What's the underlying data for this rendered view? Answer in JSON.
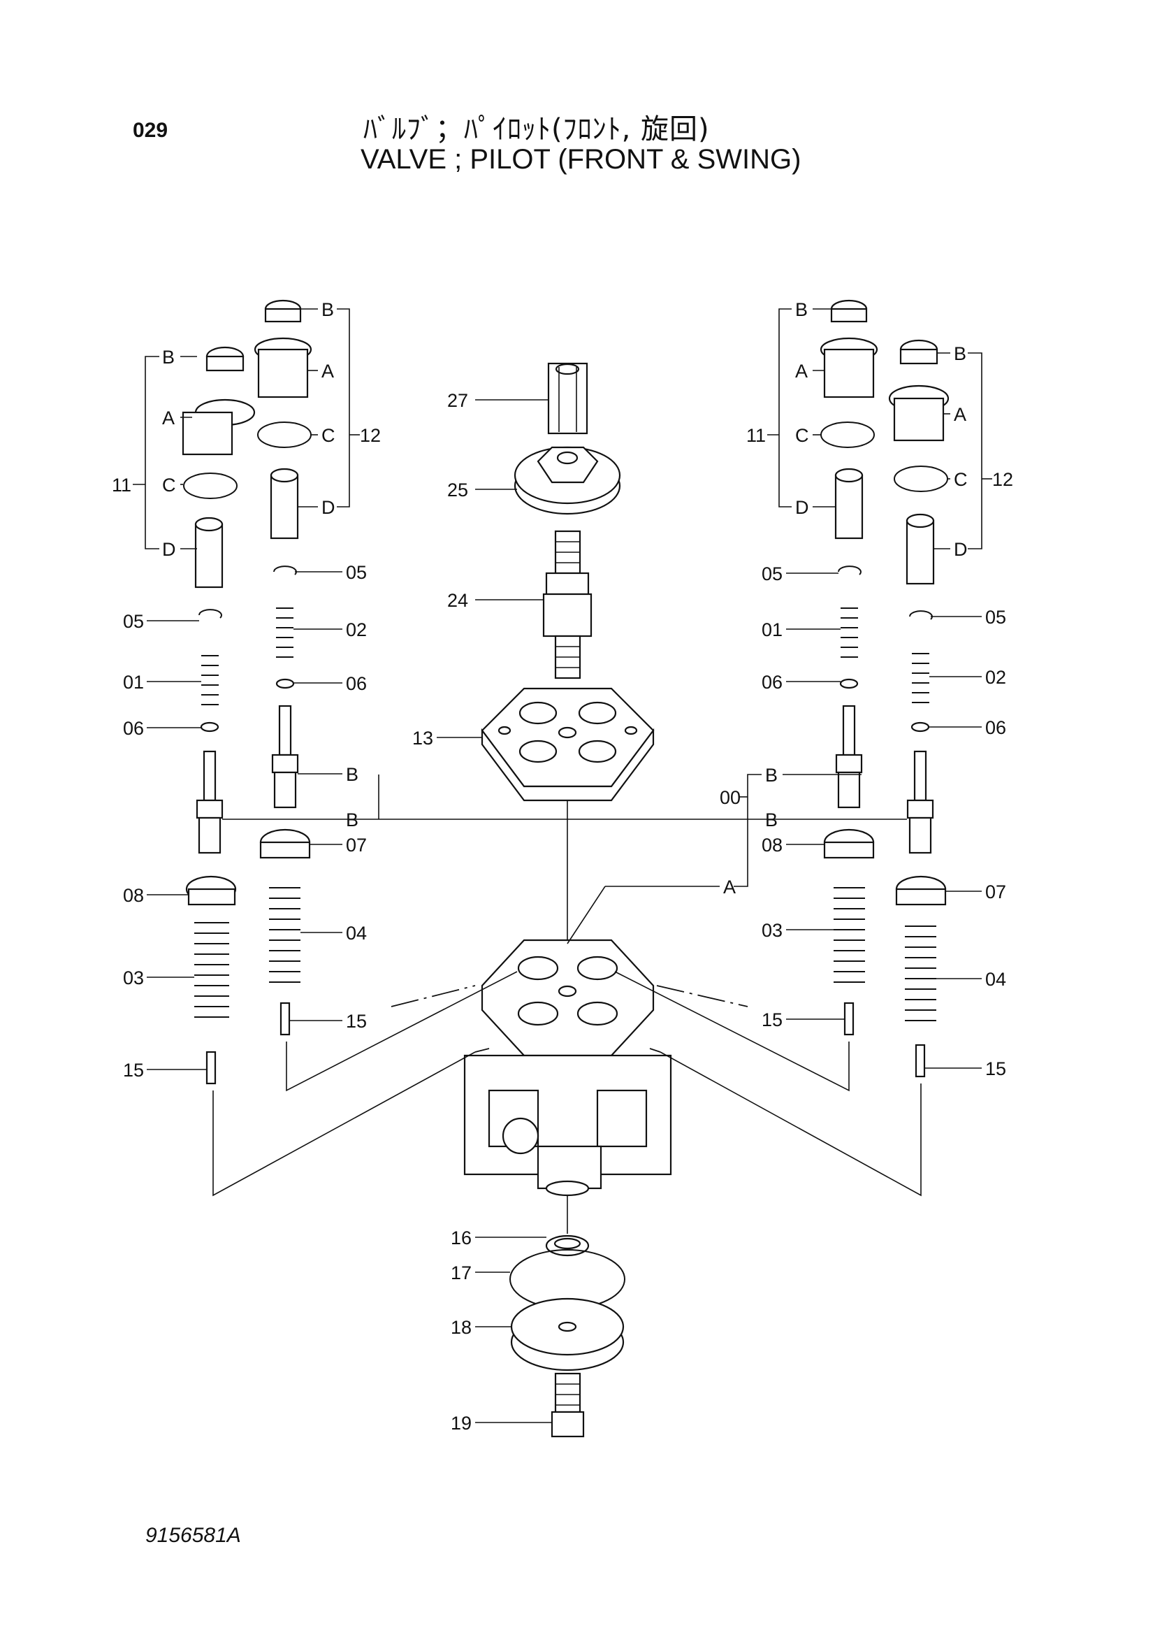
{
  "header": {
    "page_number": "029",
    "title_jp": "ﾊﾞﾙﾌﾞ；ﾊﾟｲﾛｯﾄ(ﾌﾛﾝﾄ, 旋回)",
    "title_en": "VALVE ; PILOT (FRONT & SWING)"
  },
  "footer": {
    "drawing_number": "9156581A"
  },
  "callouts": {
    "p00": "00",
    "p01": "01",
    "p02": "02",
    "p03": "03",
    "p04": "04",
    "p05": "05",
    "p06": "06",
    "p07": "07",
    "p08": "08",
    "p11": "11",
    "p12": "12",
    "p13": "13",
    "p15": "15",
    "p16": "16",
    "p17": "17",
    "p18": "18",
    "p19": "19",
    "p24": "24",
    "p25": "25",
    "p27": "27",
    "A": "A",
    "B": "B",
    "C": "C",
    "D": "D"
  }
}
